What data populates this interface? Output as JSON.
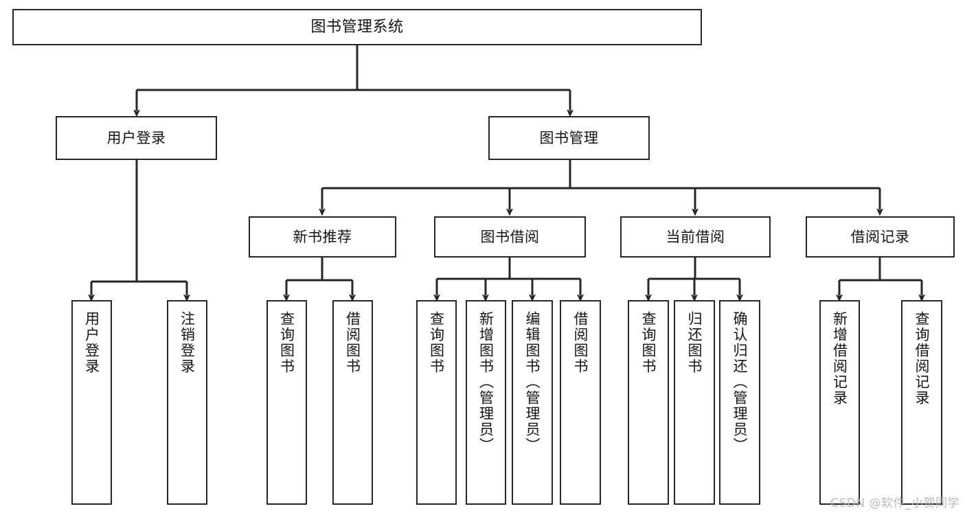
{
  "diagram": {
    "title": "图书管理系统",
    "type": "hierarchy-tree",
    "colors": {
      "box_border": "#262626",
      "box_fill": "#ffffff",
      "connector": "#262626",
      "background": "#ffffff",
      "watermark": "#b9b9b9"
    },
    "root": {
      "label": "图书管理系统"
    },
    "level2": [
      {
        "label": "用户登录"
      },
      {
        "label": "图书管理"
      }
    ],
    "level3": [
      {
        "label": "新书推荐"
      },
      {
        "label": "图书借阅"
      },
      {
        "label": "当前借阅"
      },
      {
        "label": "借阅记录"
      }
    ],
    "leaves": {
      "user_login": [
        {
          "label": "用户登录"
        },
        {
          "label": "注销登录"
        }
      ],
      "new_book_recommend": [
        {
          "label": "查询图书"
        },
        {
          "label": "借阅图书"
        }
      ],
      "book_borrow": [
        {
          "label": "查询图书"
        },
        {
          "label": "新增图书（管理员）"
        },
        {
          "label": "编辑图书（管理员）"
        },
        {
          "label": "借阅图书"
        }
      ],
      "current_borrow": [
        {
          "label": "查询图书"
        },
        {
          "label": "归还图书"
        },
        {
          "label": "确认归还（管理员）"
        }
      ],
      "borrow_record": [
        {
          "label": "新增借阅记录"
        },
        {
          "label": "查询借阅记录"
        }
      ]
    },
    "watermark": "CSDN @软件_小贺同学"
  }
}
